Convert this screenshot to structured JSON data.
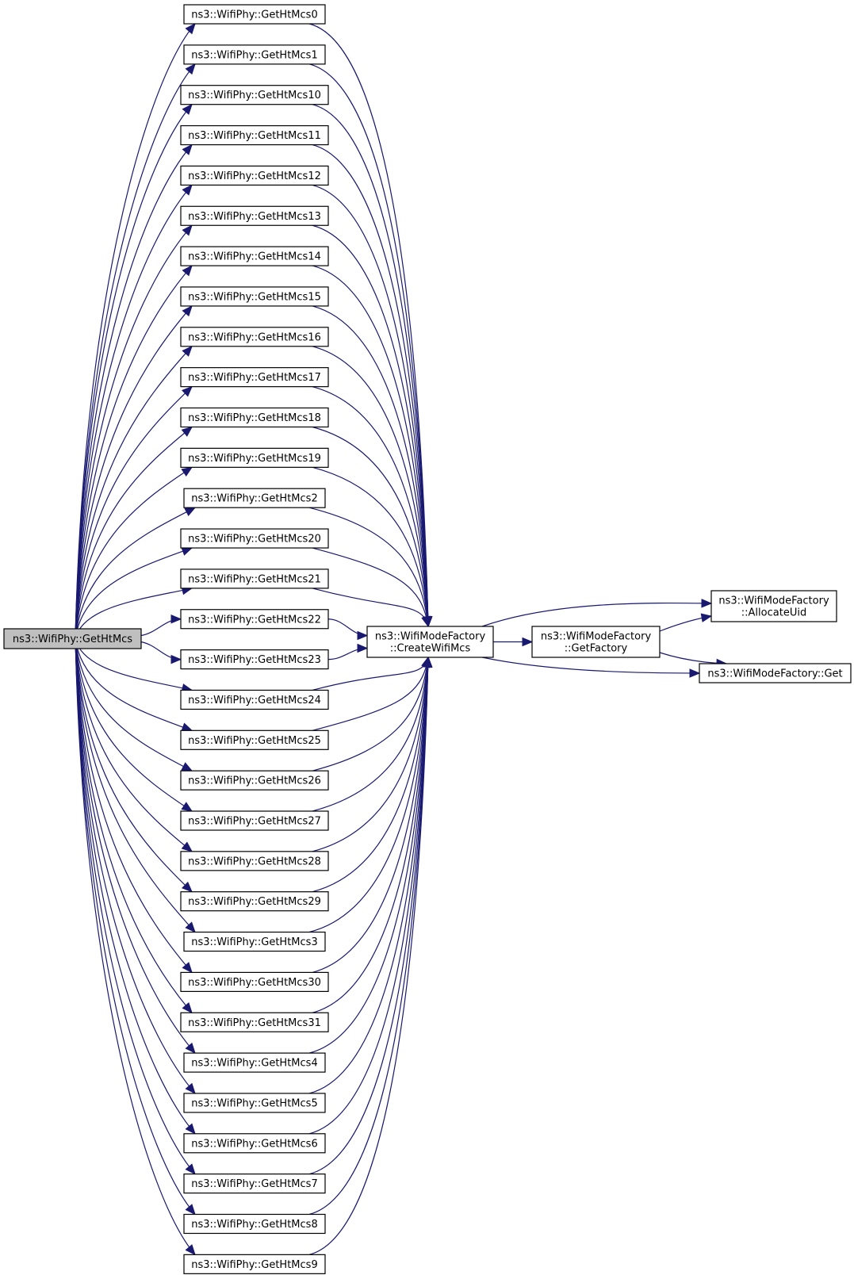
{
  "graph": {
    "root": {
      "id": "root",
      "lines": [
        "ns3::WifiPhy::GetHtMcs"
      ]
    },
    "callers": [
      "ns3::WifiPhy::GetHtMcs0",
      "ns3::WifiPhy::GetHtMcs1",
      "ns3::WifiPhy::GetHtMcs10",
      "ns3::WifiPhy::GetHtMcs11",
      "ns3::WifiPhy::GetHtMcs12",
      "ns3::WifiPhy::GetHtMcs13",
      "ns3::WifiPhy::GetHtMcs14",
      "ns3::WifiPhy::GetHtMcs15",
      "ns3::WifiPhy::GetHtMcs16",
      "ns3::WifiPhy::GetHtMcs17",
      "ns3::WifiPhy::GetHtMcs18",
      "ns3::WifiPhy::GetHtMcs19",
      "ns3::WifiPhy::GetHtMcs2",
      "ns3::WifiPhy::GetHtMcs20",
      "ns3::WifiPhy::GetHtMcs21",
      "ns3::WifiPhy::GetHtMcs22",
      "ns3::WifiPhy::GetHtMcs23",
      "ns3::WifiPhy::GetHtMcs24",
      "ns3::WifiPhy::GetHtMcs25",
      "ns3::WifiPhy::GetHtMcs26",
      "ns3::WifiPhy::GetHtMcs27",
      "ns3::WifiPhy::GetHtMcs28",
      "ns3::WifiPhy::GetHtMcs29",
      "ns3::WifiPhy::GetHtMcs3",
      "ns3::WifiPhy::GetHtMcs30",
      "ns3::WifiPhy::GetHtMcs31",
      "ns3::WifiPhy::GetHtMcs4",
      "ns3::WifiPhy::GetHtMcs5",
      "ns3::WifiPhy::GetHtMcs6",
      "ns3::WifiPhy::GetHtMcs7",
      "ns3::WifiPhy::GetHtMcs8",
      "ns3::WifiPhy::GetHtMcs9"
    ],
    "create": {
      "id": "create",
      "lines": [
        "ns3::WifiModeFactory",
        "::CreateWifiMcs"
      ]
    },
    "getfactory": {
      "id": "getfactory",
      "lines": [
        "ns3::WifiModeFactory",
        "::GetFactory"
      ]
    },
    "allocate": {
      "id": "allocate",
      "lines": [
        "ns3::WifiModeFactory",
        "::AllocateUid"
      ]
    },
    "get": {
      "id": "get",
      "lines": [
        "ns3::WifiModeFactory::Get"
      ]
    },
    "edges_out": [
      [
        "create",
        "getfactory"
      ],
      [
        "create",
        "allocate"
      ],
      [
        "create",
        "get"
      ],
      [
        "getfactory",
        "allocate"
      ],
      [
        "getfactory",
        "get"
      ]
    ],
    "colors": {
      "edge": "#191970",
      "root_fill": "#bfbfbf",
      "node_fill": "#ffffff",
      "border": "#000000"
    }
  }
}
